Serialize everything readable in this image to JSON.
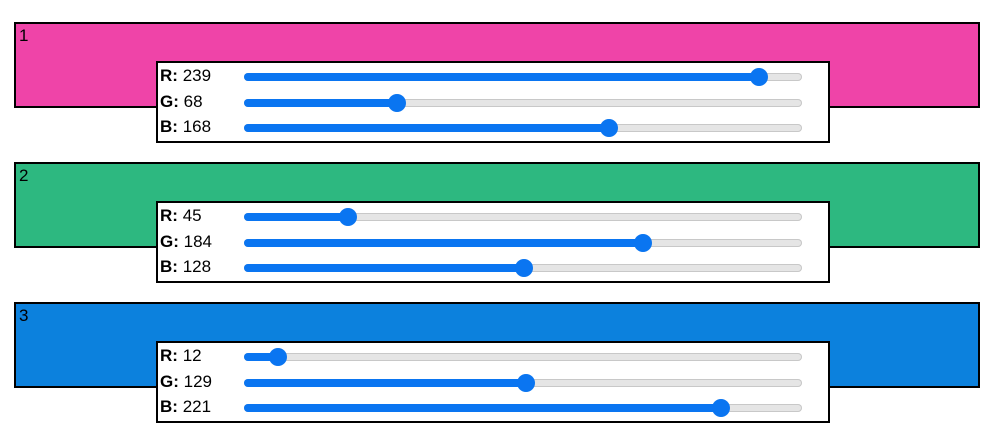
{
  "swatches": [
    {
      "number": "1",
      "color": "#EF44A8",
      "channels": [
        {
          "label": "R:",
          "value": "239",
          "level": 239,
          "max": 255
        },
        {
          "label": "G:",
          "value": "68",
          "level": 68,
          "max": 255
        },
        {
          "label": "B:",
          "value": "168",
          "level": 168,
          "max": 255
        }
      ]
    },
    {
      "number": "2",
      "color": "#2DB880",
      "channels": [
        {
          "label": "R:",
          "value": "45",
          "level": 45,
          "max": 255
        },
        {
          "label": "G:",
          "value": "184",
          "level": 184,
          "max": 255
        },
        {
          "label": "B:",
          "value": "128",
          "level": 128,
          "max": 255
        }
      ]
    },
    {
      "number": "3",
      "color": "#0C81DD",
      "channels": [
        {
          "label": "R:",
          "value": "12",
          "level": 12,
          "max": 255
        },
        {
          "label": "G:",
          "value": "129",
          "level": 129,
          "max": 255
        },
        {
          "label": "B:",
          "value": "221",
          "level": 221,
          "max": 255
        }
      ]
    }
  ],
  "accent_color": "#0A75F1"
}
